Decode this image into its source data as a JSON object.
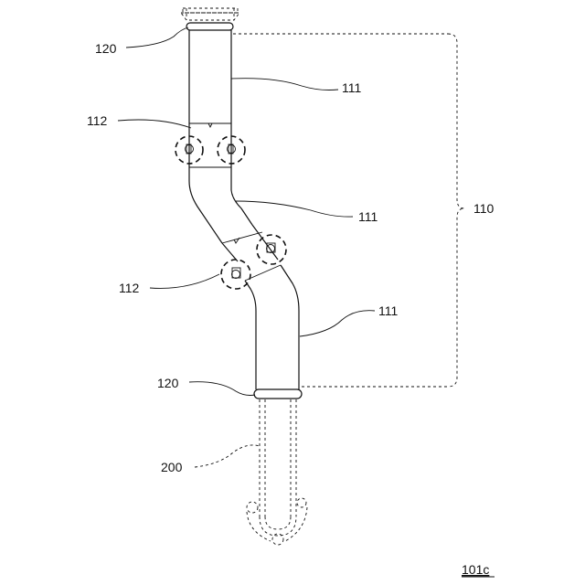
{
  "figure_id": "101c",
  "labels": {
    "cap_top": "120",
    "cap_bottom": "120",
    "segment_a": "111",
    "segment_b": "111",
    "segment_c": "111",
    "joint_upper": "112",
    "joint_lower": "112",
    "assembly": "110",
    "attachment": "200"
  }
}
